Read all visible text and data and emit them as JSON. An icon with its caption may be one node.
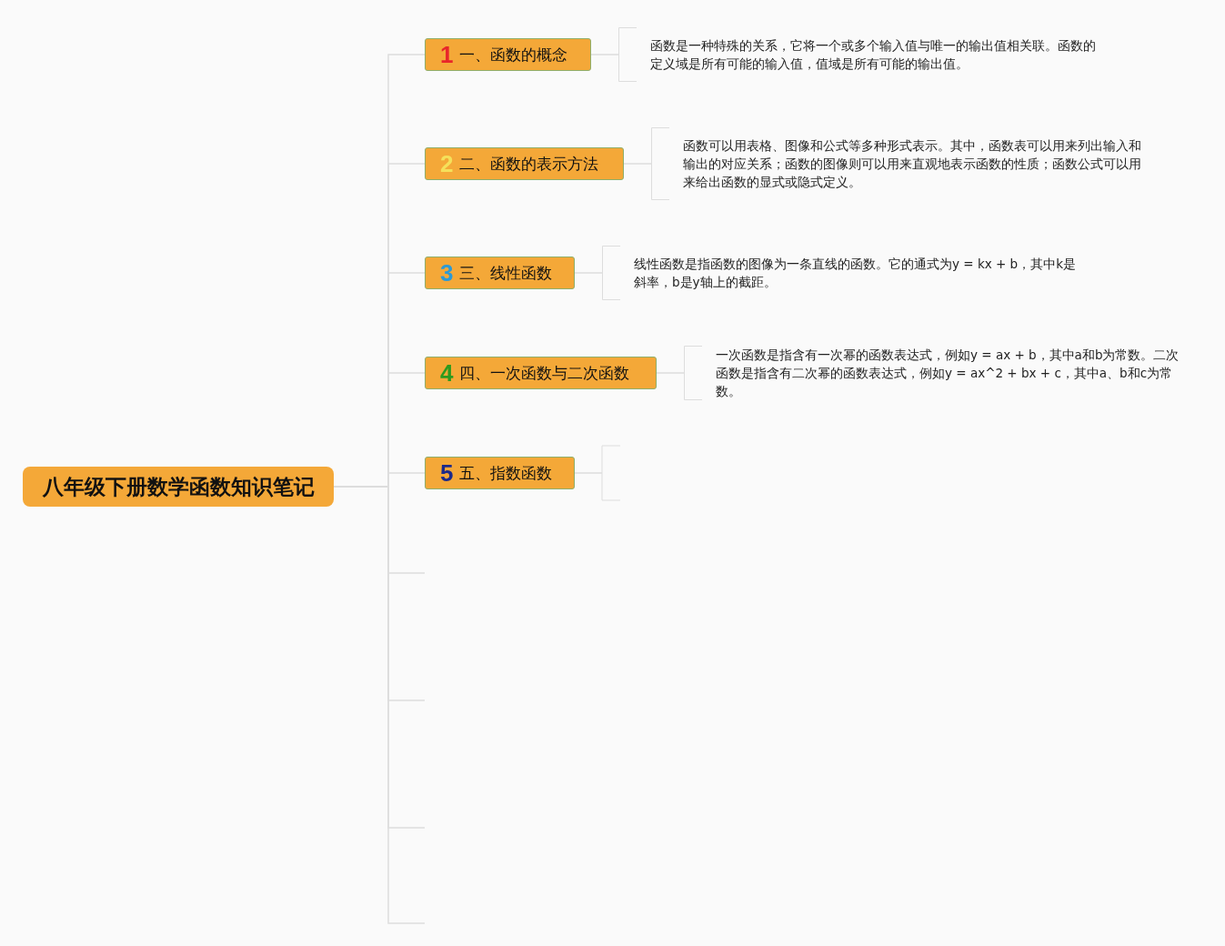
{
  "diagram": {
    "nodes": [
      {
        "text": [
          "八年级下册数学函数知识笔记"
        ]
      },
      {
        "text": [
          "1",
          "一、函数的概念"
        ]
      },
      {
        "text": [
          "2",
          "二、函数的表示方法"
        ]
      },
      {
        "text": [
          "3",
          "三、线性函数"
        ]
      },
      {
        "text": [
          "4",
          "四、一次函数与二次函数"
        ]
      },
      {
        "text": [
          "5",
          "五、指数函数"
        ]
      },
      {
        "text": [
          "函数是一种特殊的关系，它将一个或多个输入值与唯一的输出值相关联。函数的定义域是所有可能的输入值，值域是所有可能的输出值。"
        ]
      },
      {
        "text": [
          "函数可以用表格、图像和公式等多种形式表示。其中，函数表可以用来列出输入和输出的对应关系；函数的图像则可以用来直观地表示函数的性质；函数公式可以用来给出函数的显式或隐式定义。"
        ]
      },
      {
        "text": [
          "线性函数是指函数的图像为一条直线的函数。它的通式为y = kx + b，其中k是斜率，b是y轴上的截距。"
        ]
      },
      {
        "text": [
          "一次函数是指含有一次幂的函数表达式，例如y = ax + b，其中a和b为常数。二次函数是指含有二次幂的函数表达式，例如y = ax^2 + bx + c，其中a、b和c为常数。"
        ]
      }
    ],
    "edges": [
      {
        "from": 0,
        "to": 1,
        "arrow": "none"
      },
      {
        "from": 0,
        "to": 2,
        "arrow": "none"
      },
      {
        "from": 0,
        "to": 3,
        "arrow": "none"
      },
      {
        "from": 0,
        "to": 4,
        "arrow": "none"
      },
      {
        "from": 0,
        "to": 5,
        "arrow": "none"
      },
      {
        "from": 0,
        "to": null,
        "arrow": "none"
      },
      {
        "from": 0,
        "to": null,
        "arrow": "none"
      },
      {
        "from": 0,
        "to": null,
        "arrow": "none"
      },
      {
        "from": 0,
        "to": null,
        "arrow": "none"
      },
      {
        "from": 1,
        "to": 6,
        "arrow": "none"
      },
      {
        "from": 2,
        "to": 7,
        "arrow": "none"
      },
      {
        "from": 3,
        "to": 8,
        "arrow": "none"
      },
      {
        "from": 4,
        "to": 9,
        "arrow": "none"
      },
      {
        "from": 5,
        "to": null,
        "arrow": "none"
      }
    ]
  }
}
